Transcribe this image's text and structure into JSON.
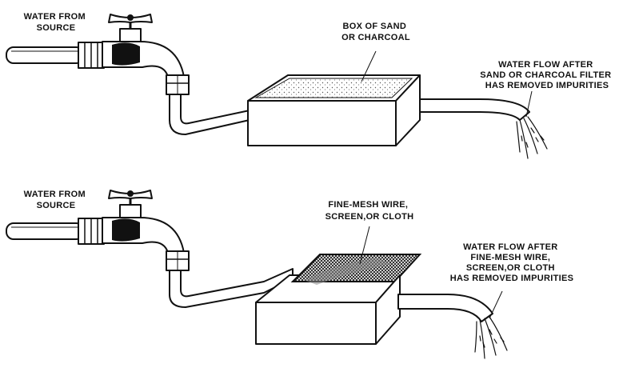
{
  "panels": [
    {
      "source_label": [
        "WATER FROM",
        "SOURCE"
      ],
      "filter_label": [
        "BOX OF SAND",
        "OR CHARCOAL"
      ],
      "outflow_label": [
        "WATER FLOW AFTER",
        "SAND OR CHARCOAL FILTER",
        "HAS REMOVED IMPURITIES"
      ]
    },
    {
      "source_label": [
        "WATER FROM",
        "SOURCE"
      ],
      "filter_label": [
        "FINE-MESH WIRE,",
        "SCREEN,OR CLOTH"
      ],
      "outflow_label": [
        "WATER FLOW AFTER",
        "FINE-MESH WIRE,",
        "SCREEN,OR CLOTH",
        "HAS REMOVED IMPURITIES"
      ]
    }
  ],
  "colors": {
    "ink": "#111111",
    "paper": "#ffffff"
  }
}
